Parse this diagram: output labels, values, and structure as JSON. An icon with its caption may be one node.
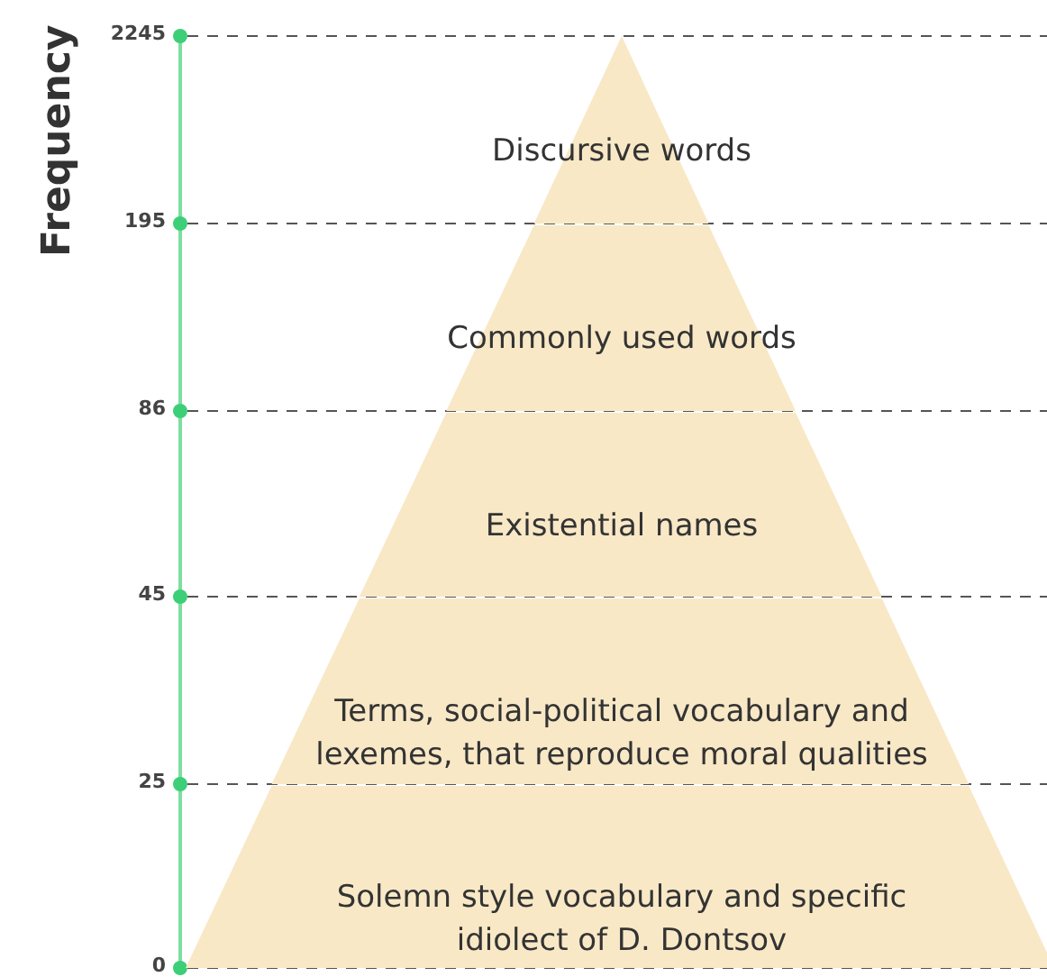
{
  "diagram": {
    "nodes": [
      {
        "text": [
          "Discursive words"
        ]
      },
      {
        "text": [
          "Commonly used words"
        ]
      },
      {
        "text": [
          "Existential names"
        ]
      },
      {
        "text": [
          "Terms, social-political vocabulary and lexemes, that reproduce moral qualities"
        ]
      },
      {
        "text": [
          "Solemn style vocabulary and specific idiolect of D. Dontsov"
        ]
      }
    ],
    "labels": [
      "Frequency",
      "2245",
      "195",
      "86",
      "45",
      "25",
      "0"
    ]
  }
}
